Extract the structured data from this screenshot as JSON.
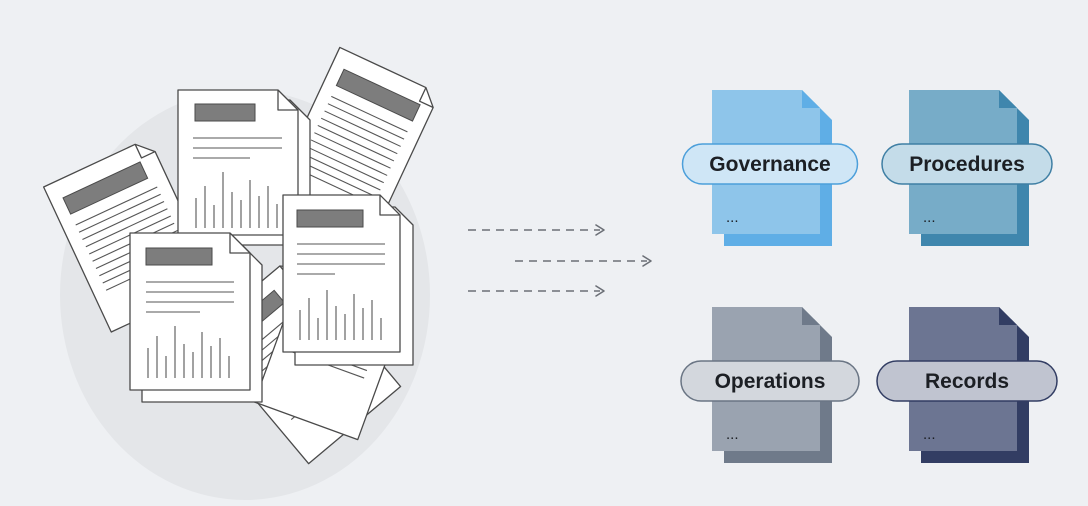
{
  "categories": [
    {
      "key": "governance",
      "label": "Governance",
      "placeholder": "...",
      "front_color": "#8ec5ea",
      "back_color": "#5faee6",
      "pill_fill": "#cfe6f6",
      "pill_stroke": "#4c9fda"
    },
    {
      "key": "procedures",
      "label": "Procedures",
      "placeholder": "...",
      "front_color": "#77acc8",
      "back_color": "#3f86ad",
      "pill_fill": "#c4dce9",
      "pill_stroke": "#3f7fa4"
    },
    {
      "key": "operations",
      "label": "Operations",
      "placeholder": "...",
      "front_color": "#9aa3b0",
      "back_color": "#6f7a8a",
      "pill_fill": "#d3d7dd",
      "pill_stroke": "#6a7584"
    },
    {
      "key": "records",
      "label": "Records",
      "placeholder": "...",
      "front_color": "#6c7592",
      "back_color": "#323d63",
      "pill_fill": "#c0c4d0",
      "pill_stroke": "#323d63"
    }
  ],
  "colors": {
    "background": "#eef0f3",
    "paper": "#ffffff",
    "paper_stroke": "#4a4a4a",
    "paper_bar": "#7d7d7d",
    "arrow": "#6b6f76"
  },
  "icons": {
    "input": "document-pile-icon",
    "flow": "dashed-arrow-icon",
    "output": "category-folder-icon"
  }
}
